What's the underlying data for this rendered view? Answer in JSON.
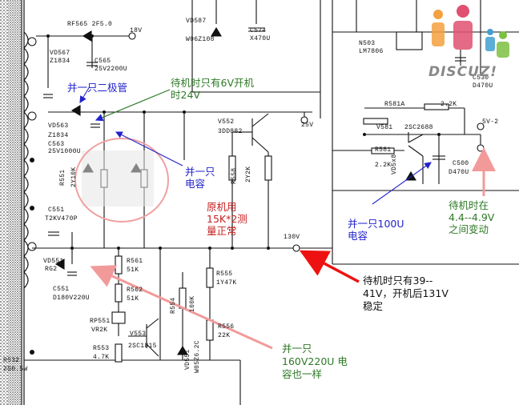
{
  "components": [
    {
      "id": "rf",
      "text": "RF565 2F5.0"
    },
    {
      "id": "v18",
      "text": "18V"
    },
    {
      "id": "vd567",
      "text": "VD567"
    },
    {
      "id": "z1834a",
      "text": "Z1834"
    },
    {
      "id": "c565",
      "text": "C565"
    },
    {
      "id": "c565v",
      "text": "25V2200U"
    },
    {
      "id": "vd587",
      "text": "VD587"
    },
    {
      "id": "w06z",
      "text": "W06Z108"
    },
    {
      "id": "c574",
      "text": "C574"
    },
    {
      "id": "x470",
      "text": "X470U"
    },
    {
      "id": "n503",
      "text": "N503"
    },
    {
      "id": "lm",
      "text": "LM7806"
    },
    {
      "id": "c530",
      "text": "C530"
    },
    {
      "id": "d470a",
      "text": "D470U"
    },
    {
      "id": "vd563",
      "text": "VD563"
    },
    {
      "id": "z1834b",
      "text": "Z1834"
    },
    {
      "id": "c563",
      "text": "C563"
    },
    {
      "id": "c563v",
      "text": "25V1000U"
    },
    {
      "id": "v552",
      "text": "V552"
    },
    {
      "id": "d3",
      "text": "3DD882"
    },
    {
      "id": "v25",
      "text": "25V"
    },
    {
      "id": "r581a",
      "text": "R581A"
    },
    {
      "id": "r22",
      "text": "2.2K"
    },
    {
      "id": "v581",
      "text": "V581"
    },
    {
      "id": "c2688",
      "text": "2SC2688"
    },
    {
      "id": "sv2",
      "text": "5V-2"
    },
    {
      "id": "r581",
      "text": "R581"
    },
    {
      "id": "r22b",
      "text": "2.2K"
    },
    {
      "id": "c500",
      "text": "C500"
    },
    {
      "id": "d470b",
      "text": "D470U"
    },
    {
      "id": "vd5xx",
      "text": "VD5x8"
    },
    {
      "id": "r551",
      "text": "R551"
    },
    {
      "id": "ry10",
      "text": "2Y10K"
    },
    {
      "id": "r558",
      "text": "R558"
    },
    {
      "id": "ry2k",
      "text": "2Y2K"
    },
    {
      "id": "c551",
      "text": "C551"
    },
    {
      "id": "t2k",
      "text": "T2KV470P"
    },
    {
      "id": "v130",
      "text": "130V"
    },
    {
      "id": "vd551",
      "text": "VD551"
    },
    {
      "id": "rg2",
      "text": "RG2"
    },
    {
      "id": "c551b",
      "text": "C551"
    },
    {
      "id": "d180",
      "text": "D180V220U"
    },
    {
      "id": "r561",
      "text": "R561"
    },
    {
      "id": "r51k",
      "text": "51K"
    },
    {
      "id": "r562",
      "text": "R562"
    },
    {
      "id": "r51kb",
      "text": "51K"
    },
    {
      "id": "r555",
      "text": "R555"
    },
    {
      "id": "y47k",
      "text": "1Y47K"
    },
    {
      "id": "r554",
      "text": "R554"
    },
    {
      "id": "r100k",
      "text": "100K"
    },
    {
      "id": "rp551",
      "text": "RP551"
    },
    {
      "id": "vr2k",
      "text": "VR2K"
    },
    {
      "id": "v553",
      "text": "V553"
    },
    {
      "id": "c1815",
      "text": "2SC1815"
    },
    {
      "id": "r553",
      "text": "R553"
    },
    {
      "id": "r47",
      "text": "4.7K"
    },
    {
      "id": "vd551b",
      "text": "VD551"
    },
    {
      "id": "w05",
      "text": "W05Z6.2C"
    },
    {
      "id": "r556",
      "text": "R556"
    },
    {
      "id": "r22k",
      "text": "22K"
    },
    {
      "id": "r532",
      "text": "R532"
    },
    {
      "id": "r2856",
      "text": "2S0.5W"
    }
  ],
  "annotations": {
    "diode_note": "并一只二极管",
    "standby6v": "待机时只有6V开机",
    "standby6v_2": "时24V",
    "cap_note": "并一只",
    "cap_note_2": "电容",
    "orig_note": "原机用",
    "orig_note_2": "15K*2测",
    "orig_note_3": "量正常",
    "cap100": "并一只100U",
    "cap100_2": "电容",
    "standby_range": "待机时在",
    "standby_range_2": "4.4--4.9V",
    "standby_range_3": "之间变动",
    "v39": "待机时只有39--",
    "v39_2": "41V，开机后131V",
    "v39_3": "稳定",
    "cap160": "并一只",
    "cap160_2": "160V220U 电",
    "cap160_3": "容也一样"
  },
  "watermark": "DISCUZ!",
  "colors": {
    "green": "#2d7a26",
    "blue": "#2222cc",
    "red": "#c62020",
    "arrow_red": "#ee1111",
    "highlight": "#f0a0a0",
    "wire": "#111111"
  }
}
